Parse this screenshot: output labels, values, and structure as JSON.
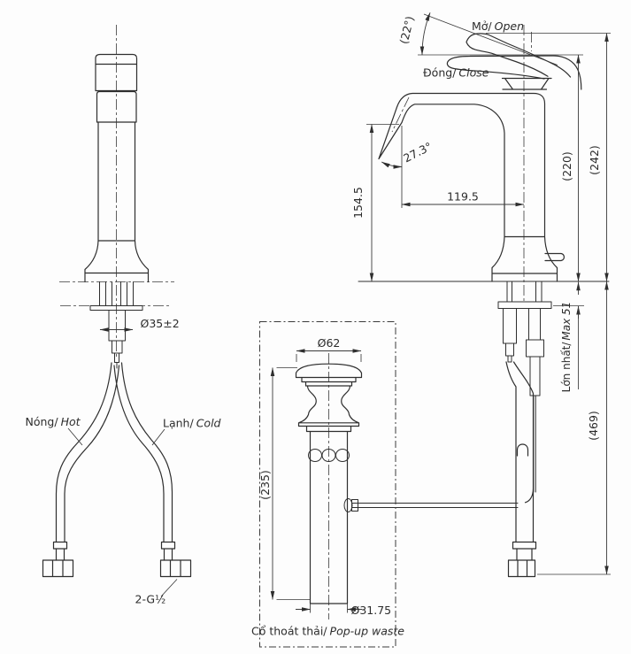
{
  "front_view": {
    "shank_diameter": "Ø35±2",
    "hot": {
      "vi": "Nóng/",
      "en": "Hot"
    },
    "cold": {
      "vi": "Lạnh/",
      "en": "Cold"
    },
    "thread": "2-G½"
  },
  "side_view": {
    "open": {
      "vi": "Mở/",
      "en": "Open"
    },
    "close": {
      "vi": "Đóng/",
      "en": "Close"
    },
    "open_angle": "(22°)",
    "spout_angle": "27.3°",
    "spout_height": "154.5",
    "spout_reach": "119.5",
    "height_closed": "(220)",
    "height_open": "(242)",
    "max_deck": {
      "vi": "Lớn nhất/",
      "en": "Max 51"
    },
    "below_length": "(469)"
  },
  "popup_waste": {
    "cap_diameter": "Ø62",
    "body_length": "(235)",
    "tail_diameter": "Ø31.75",
    "caption": {
      "vi": "Cổ thoát thải/",
      "en": "Pop-up waste"
    }
  }
}
